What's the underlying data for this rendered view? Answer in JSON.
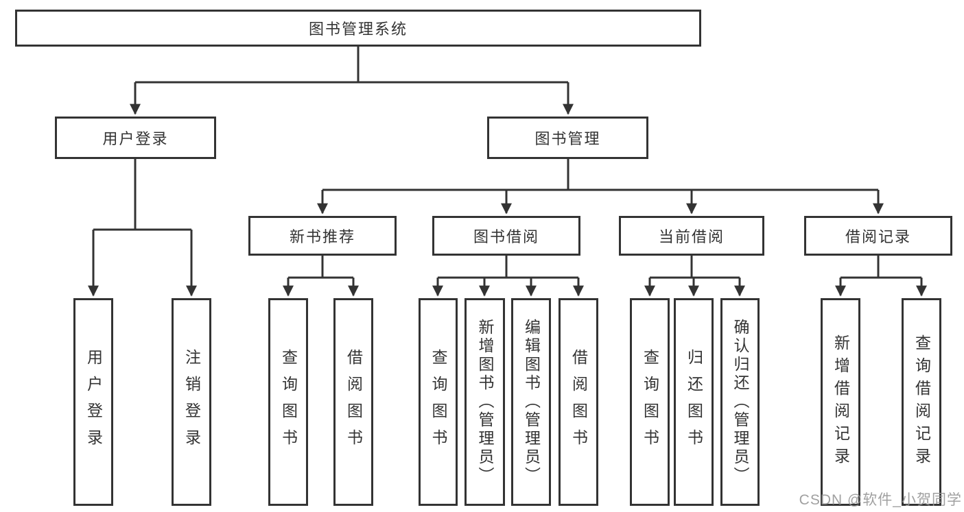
{
  "tree": {
    "root": {
      "label": "图书管理系统"
    },
    "children": [
      {
        "label": "用户登录",
        "children": [
          {
            "label": "用户登录"
          },
          {
            "label": "注销登录"
          }
        ]
      },
      {
        "label": "图书管理",
        "children": [
          {
            "label": "新书推荐",
            "children": [
              {
                "label": "查询图书"
              },
              {
                "label": "借阅图书"
              }
            ]
          },
          {
            "label": "图书借阅",
            "children": [
              {
                "label": "查询图书"
              },
              {
                "label": "新增图书（管理员）"
              },
              {
                "label": "编辑图书（管理员）"
              },
              {
                "label": "借阅图书"
              }
            ]
          },
          {
            "label": "当前借阅",
            "children": [
              {
                "label": "查询图书"
              },
              {
                "label": "归还图书"
              },
              {
                "label": "确认归还（管理员）"
              }
            ]
          },
          {
            "label": "借阅记录",
            "children": [
              {
                "label": "新增借阅记录"
              },
              {
                "label": "查询借阅记录"
              }
            ]
          }
        ]
      }
    ]
  },
  "watermark": "CSDN @软件_小贺同学",
  "colors": {
    "line": "#333333",
    "box_border": "#333333",
    "box_background": "#ffffff",
    "text": "#333333",
    "watermark_text": "#969696",
    "canvas_background": "#ffffff"
  }
}
